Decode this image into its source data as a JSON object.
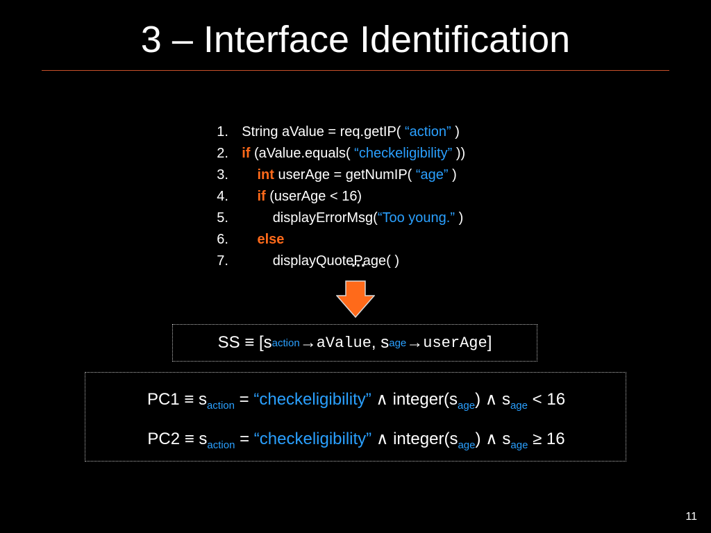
{
  "slide": {
    "title": "3 – Interface Identification",
    "page_number": "11",
    "colors": {
      "background": "#000000",
      "keyword": "#ff6a1a",
      "string": "#2aa0ff",
      "rule": "#c8502a",
      "arrow": "#ff6a1a"
    }
  },
  "code": {
    "lines": [
      {
        "num": "1.",
        "parts": [
          "String aValue = req.getIP( ",
          "“action”",
          " )"
        ]
      },
      {
        "num": "2.",
        "parts": [
          "if",
          " (aValue.equals( ",
          "“checkeligibility”",
          " ))"
        ]
      },
      {
        "num": "3.",
        "parts": [
          "    ",
          "int",
          " userAge = getNumIP( ",
          "“age”",
          " )"
        ]
      },
      {
        "num": "4.",
        "parts": [
          "    ",
          "if",
          " (userAge < 16)"
        ]
      },
      {
        "num": "5.",
        "parts": [
          "        displayErrorMsg(",
          "“Too young.”",
          " )"
        ]
      },
      {
        "num": "6.",
        "parts": [
          "    ",
          "else"
        ]
      },
      {
        "num": "7.",
        "parts": [
          "        displayQuotePage( )"
        ]
      }
    ],
    "ellipsis": "…"
  },
  "arrow_icon": "down-arrow-icon",
  "ss": {
    "prefix": "SS ≡ [s",
    "sub1": "action",
    "arrow1": " → ",
    "mono1": "aValue",
    "sep": ", s",
    "sub2": "age",
    "arrow2": "→",
    "mono2": "userAge",
    "suffix": "]"
  },
  "pc": [
    {
      "label": "PC1 ≡ s",
      "sub1": "action",
      "eq": " = ",
      "str": "“checkeligibility”",
      "mid": " ∧ integer(s",
      "sub2": "age",
      "close": ") ∧ s",
      "sub3": "age",
      "rel": " < 16"
    },
    {
      "label": "PC2 ≡ s",
      "sub1": "action",
      "eq": " = ",
      "str": "“checkeligibility”",
      "mid": " ∧ integer(s",
      "sub2": "age",
      "close": ") ∧ s",
      "sub3": "age",
      "rel": " ≥ 16"
    }
  ]
}
